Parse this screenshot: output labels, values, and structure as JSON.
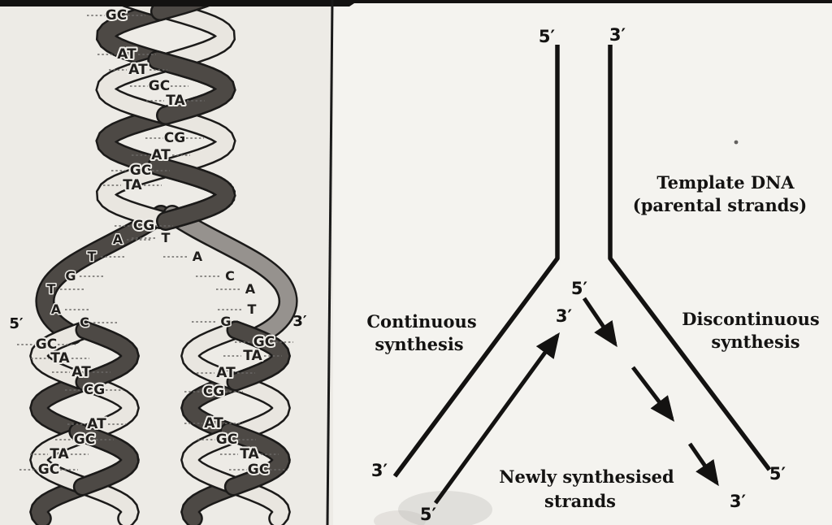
{
  "colors": {
    "paper_left": "#edebe6",
    "paper_right": "#f4f3ef",
    "ink": "#1b1a19",
    "dark_strand": "#4d4945",
    "mid_strand": "#96928e",
    "light_strand": "#e9e6e0",
    "divider": "#1a1a1a"
  },
  "left_panel": {
    "five_prime_label": "5′",
    "three_prime_label": "3′",
    "top_helix_pairs": [
      "GC",
      "AT",
      "AT",
      "GC",
      "TA",
      "CG",
      "AT",
      "GC",
      "TA",
      "CG"
    ],
    "fork_left_bases": [
      "A",
      "T",
      "G",
      "T",
      "A",
      "C"
    ],
    "fork_right_bases": [
      "T",
      "A",
      "C",
      "A",
      "T",
      "G"
    ],
    "bottom_left_pairs": [
      "GC",
      "TA",
      "AT",
      "CG",
      "AT",
      "GC",
      "TA",
      "GC"
    ],
    "bottom_right_pairs": [
      "GC",
      "TA",
      "AT",
      "CG",
      "AT",
      "GC",
      "TA",
      "GC"
    ]
  },
  "right_panel": {
    "top_left_end": "5′",
    "top_right_end": "3′",
    "template_label": {
      "line1": "Template DNA",
      "line2": "(parental strands)"
    },
    "continuous_label": {
      "line1": "Continuous",
      "line2": "synthesis"
    },
    "discontinuous_label": {
      "line1": "Discontinuous",
      "line2": "synthesis"
    },
    "newly_label": {
      "line1": "Newly synthesised",
      "line2": "strands"
    },
    "fork_new_5prime": "5′",
    "leading_tip_3prime": "3′",
    "bottom_left_template_3prime": "3′",
    "leading_start_5prime": "5′",
    "bottom_right_template_5prime": "5′",
    "lagging_end_3prime": "3′"
  }
}
